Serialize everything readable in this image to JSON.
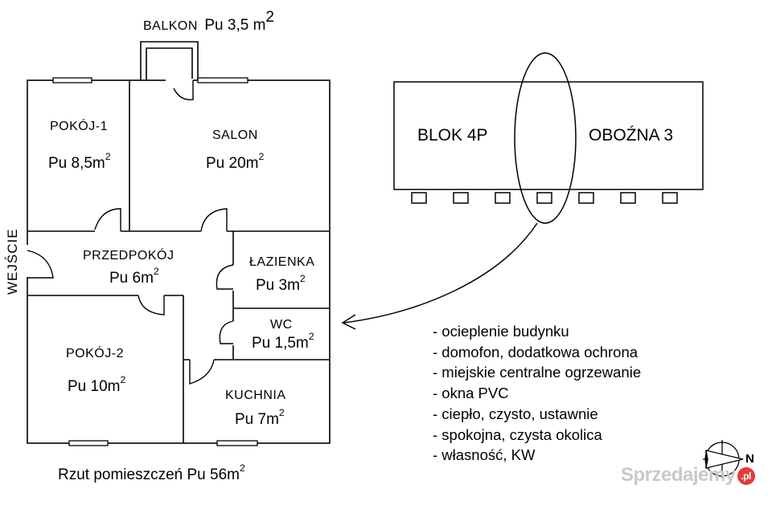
{
  "floor_plan": {
    "balcony": {
      "name": "BALKON",
      "area": "Pu 3,5 m",
      "unit_sup": "2"
    },
    "rooms": [
      {
        "name": "POKÓJ-1",
        "area": "Pu 8,5m",
        "unit_sup": "2"
      },
      {
        "name": "SALON",
        "area": "Pu 20m",
        "unit_sup": "2"
      },
      {
        "name": "PRZEDPOKÓJ",
        "area": "Pu 6m",
        "unit_sup": "2"
      },
      {
        "name": "ŁAZIENKA",
        "area": "Pu 3m",
        "unit_sup": "2"
      },
      {
        "name": "WC",
        "area": "Pu 1,5m",
        "unit_sup": "2"
      },
      {
        "name": "POKÓJ-2",
        "area": "Pu 10m",
        "unit_sup": "2"
      },
      {
        "name": "KUCHNIA",
        "area": "Pu 7m",
        "unit_sup": "2"
      }
    ],
    "entrance_label": "WEJŚCIE",
    "caption": "Rzut pomieszczeń  Pu 56m",
    "caption_sup": "2"
  },
  "building": {
    "left_label": "BLOK 4P",
    "right_label": "OBOŹNA 3"
  },
  "features": [
    "- ocieplenie budynku",
    "- domofon, dodatkowa ochrona",
    "- miejskie centralne ogrzewanie",
    "- okna PVC",
    "- ciepło, czysto, ustawnie",
    "- spokojna, czysta okolica",
    "- własność, KW"
  ],
  "compass": {
    "north_label": "N"
  },
  "watermark": {
    "text": "Sprzedajemy",
    "badge": ".pl"
  }
}
